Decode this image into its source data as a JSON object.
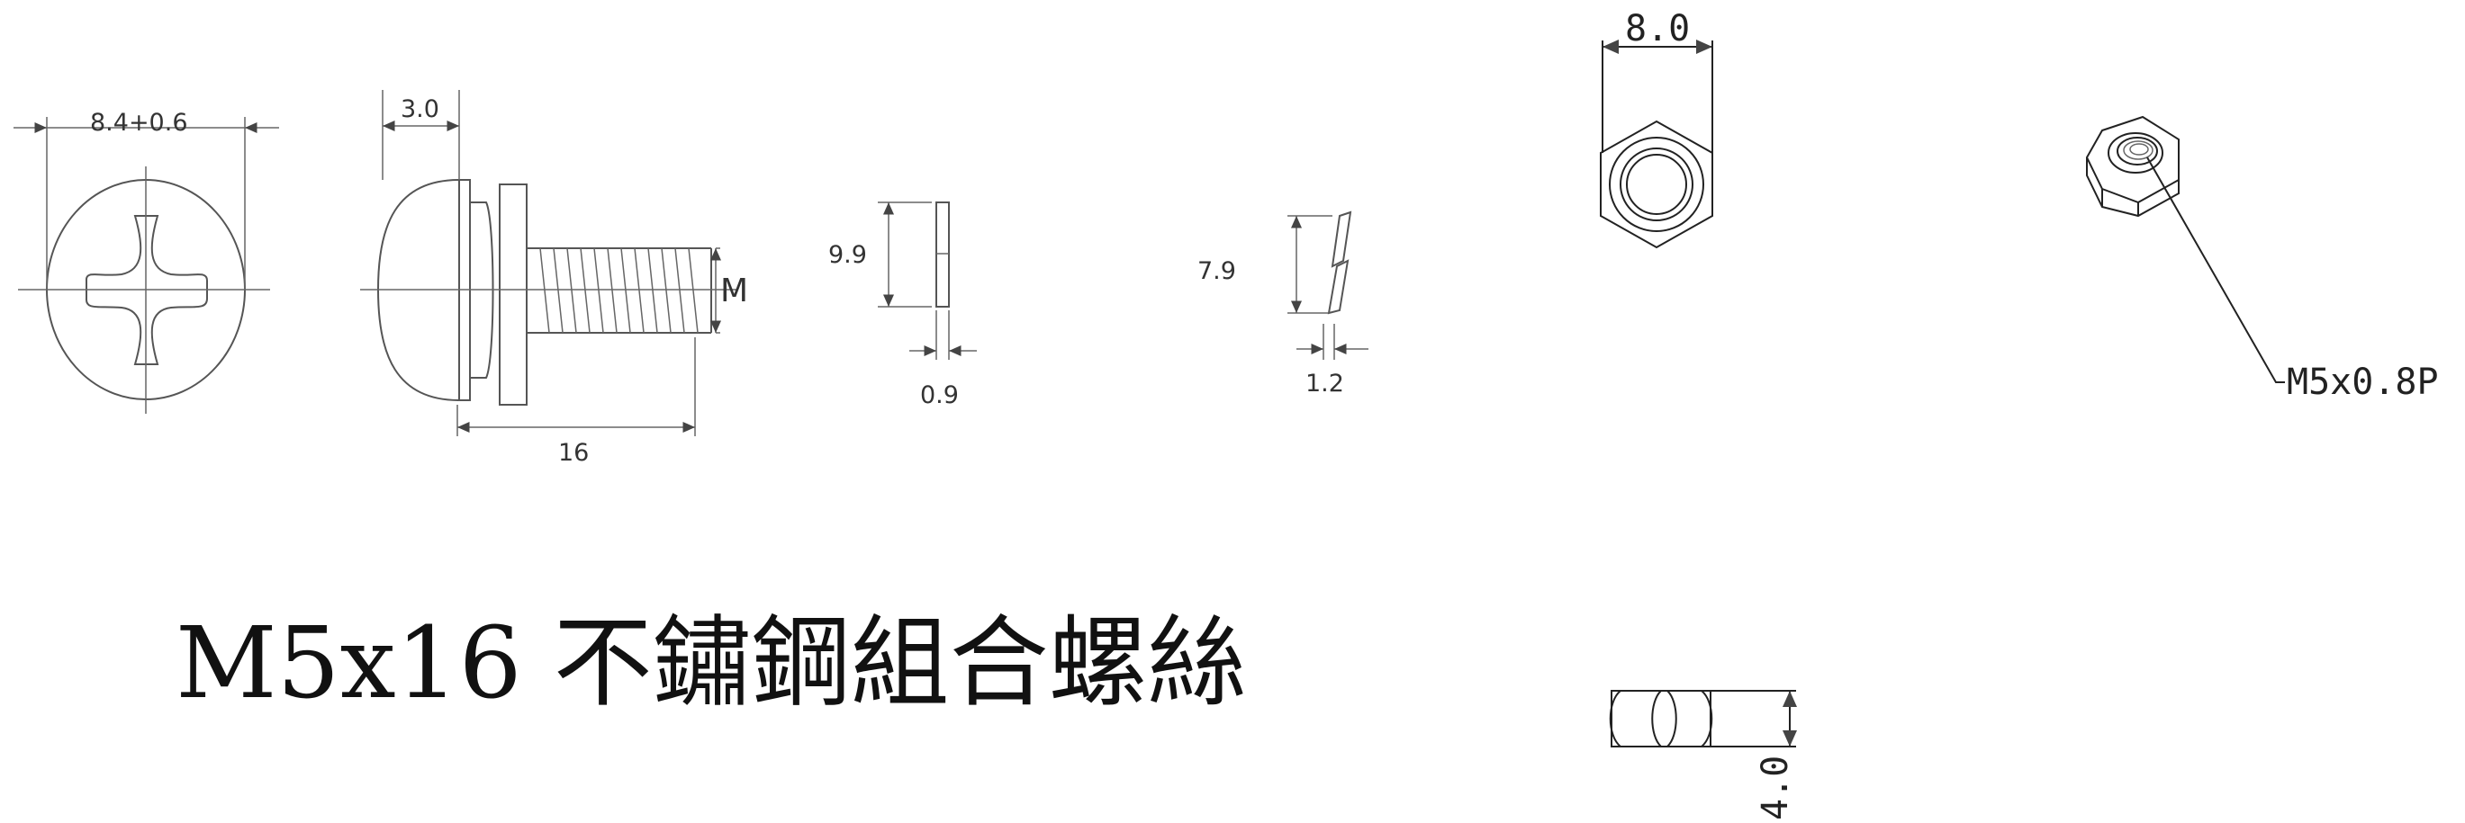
{
  "title": "M5x16 不鏽鋼組合螺絲",
  "dimensions": {
    "head_diameter": "8.4+0.6",
    "head_height": "3.0",
    "thread_label": "M",
    "screw_length": "16",
    "flat_washer_diameter": "9.9",
    "flat_washer_thickness": "0.9",
    "spring_washer_diameter": "7.9",
    "spring_washer_thickness": "1.2",
    "nut_width": "8.0",
    "nut_thread": "M5x0.8P",
    "nut_height": "4.0"
  }
}
